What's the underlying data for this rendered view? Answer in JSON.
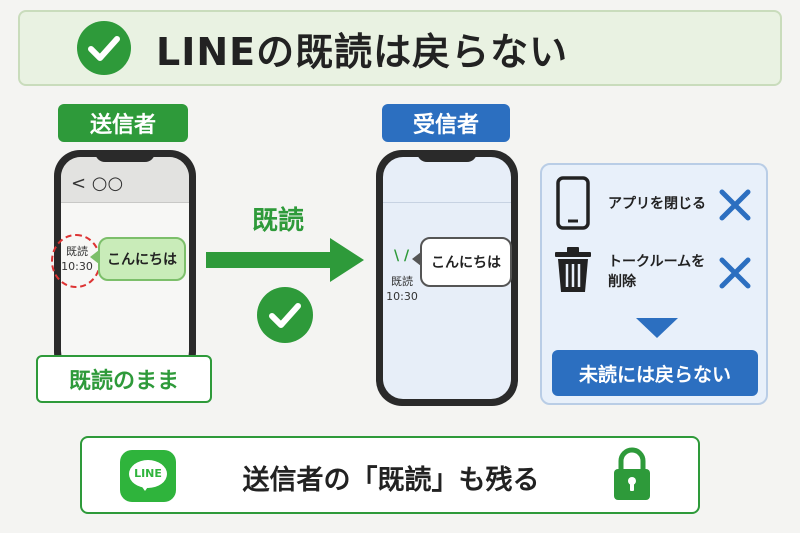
{
  "title": "LINEの既読は戻らない",
  "sender": {
    "label": "送信者",
    "header_text": "< ○○",
    "message": "こんにちは",
    "read_status": "既読",
    "read_time": "10:30",
    "caption": "既読のまま"
  },
  "receiver": {
    "label": "受信者",
    "message": "こんにちは",
    "read_status": "既読",
    "read_time": "10:30",
    "ticks": "\\ /"
  },
  "arrow_label": "既読",
  "actions": {
    "close_app": "アプリを閉じる",
    "delete_room_line1": "トークルームを",
    "delete_room_line2": "削除",
    "result": "未読には戻らない"
  },
  "bottom": {
    "logo_text": "LINE",
    "statement": "送信者の「既読」も残る"
  },
  "colors": {
    "green": "#2e9a3a",
    "blue": "#2c6fc0",
    "red": "#d33333"
  },
  "icons": {
    "title": "check-circle-icon",
    "middle": "check-circle-icon",
    "app": "smartphone-icon",
    "delete": "trash-icon",
    "deny": "x-mark-icon",
    "bottom": "lock-icon"
  }
}
